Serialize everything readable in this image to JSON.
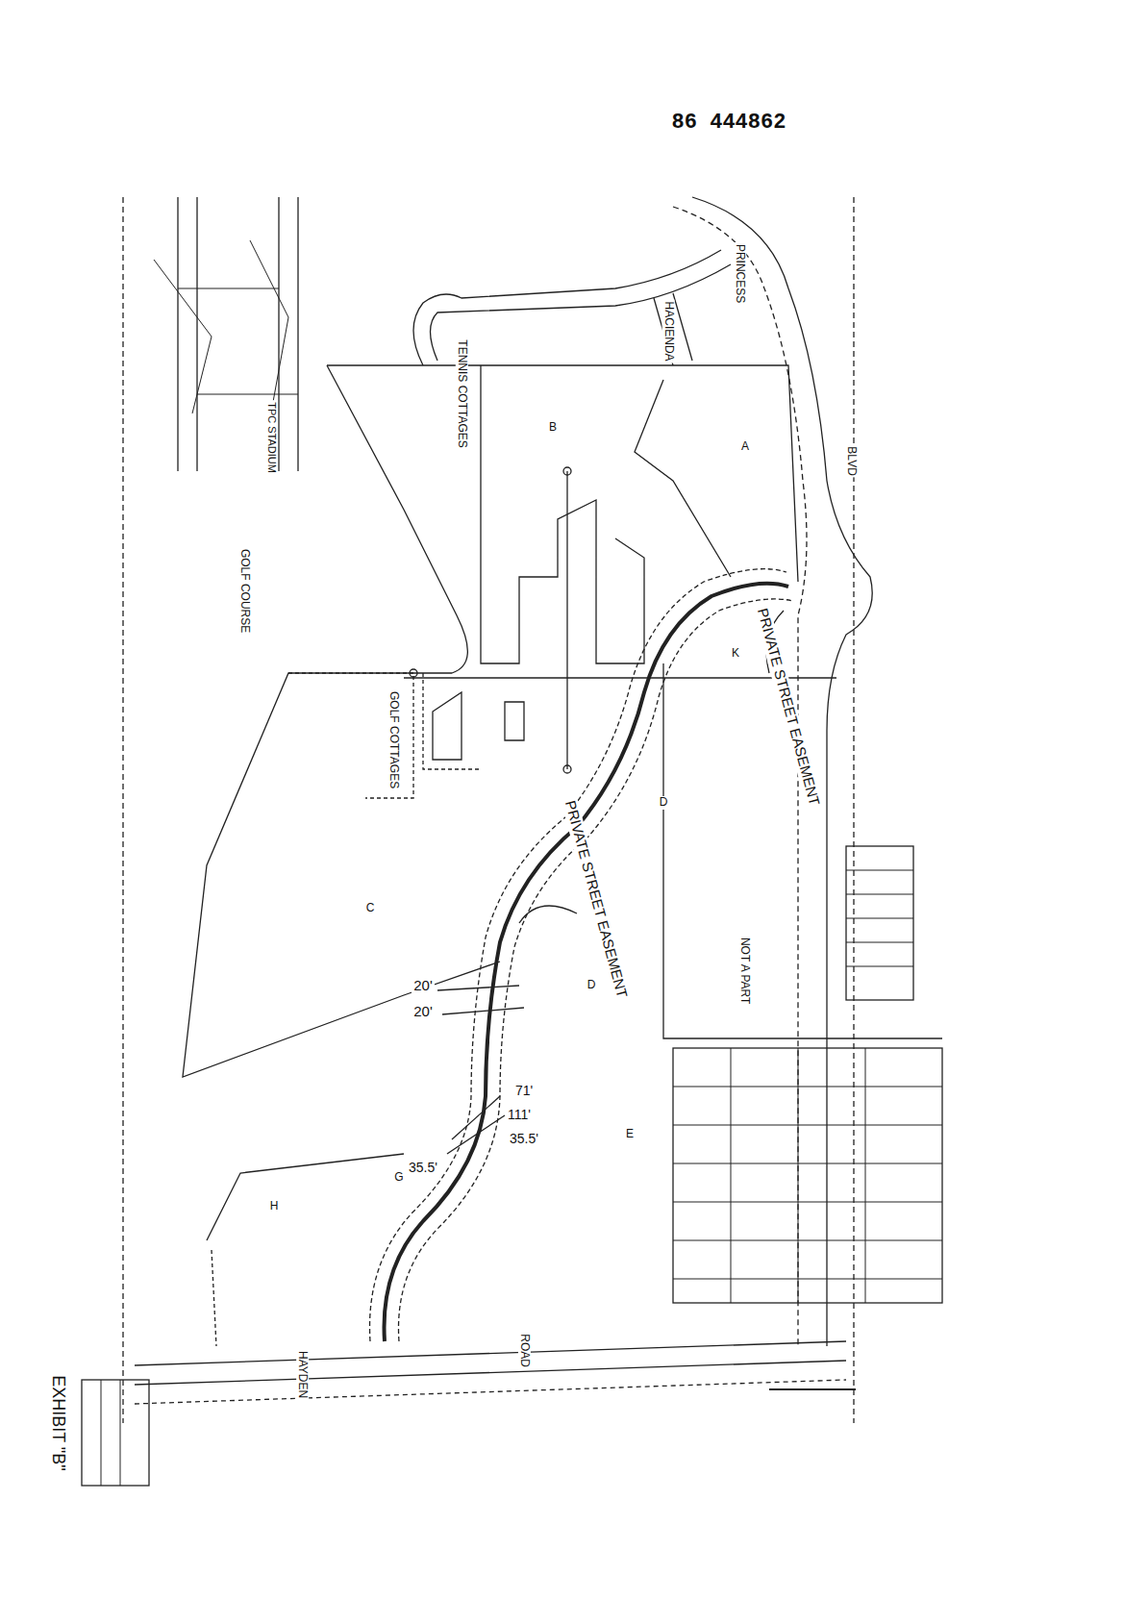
{
  "diagram": {
    "labels": [
      "86 444862",
      "TENNIS COTTAGES",
      "GOLF COTTAGES",
      "GOLF COURSE",
      "TPC STADIUM",
      "HAYDEN",
      "ROAD",
      "PRIVATE STREET EASEMENT",
      "PRIVATE STREET EASEMENT",
      "NOT A PART",
      "20'",
      "20'",
      "71'",
      "111'",
      "35.5'",
      "35.5'",
      "HACIENDA",
      "PRINCESS",
      "BLVD",
      "EXHIBIT \"B\"",
      "A",
      "B",
      "K",
      "C",
      "D",
      "D",
      "E",
      "G",
      "H"
    ]
  }
}
